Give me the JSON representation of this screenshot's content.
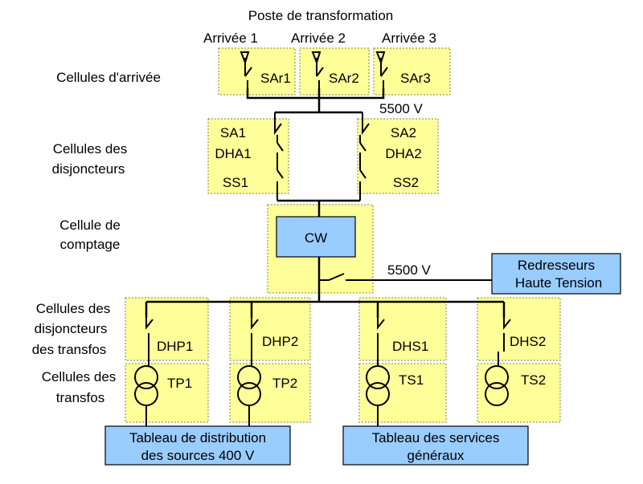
{
  "title": "Poste de transformation",
  "arrivals": [
    "Arrivée 1",
    "Arrivée 2",
    "Arrivée 3"
  ],
  "rows": {
    "arrival_cells": "Cellules d'arrivée",
    "breaker_cells": [
      "Cellules des",
      "disjoncteurs"
    ],
    "metering_cell": [
      "Cellule de",
      "comptage"
    ],
    "transformer_breaker_cells": [
      "Cellules des",
      "disjoncteurs",
      "des transfos"
    ],
    "transformer_cells": [
      "Cellules des",
      "transfos"
    ]
  },
  "switches": {
    "sar1": "SAr1",
    "sar2": "SAr2",
    "sar3": "SAr3",
    "sa1": "SA1",
    "dha1": "DHA1",
    "ss1": "SS1",
    "sa2": "SA2",
    "dha2": "DHA2",
    "ss2": "SS2",
    "dhp1": "DHP1",
    "dhp2": "DHP2",
    "dhs1": "DHS1",
    "dhs2": "DHS2"
  },
  "transformers": {
    "tp1": "TP1",
    "tp2": "TP2",
    "ts1": "TS1",
    "ts2": "TS2"
  },
  "voltage_top": "5500 V",
  "voltage_mid": "5500 V",
  "meter": "CW",
  "rectifiers": [
    "Redresseurs",
    "Haute Tension"
  ],
  "dist_board": [
    "Tableau de distribution",
    "des sources 400 V"
  ],
  "services_board": [
    "Tableau des services",
    "généraux"
  ],
  "colors": {
    "cell": "#ffff99",
    "box": "#99ccff",
    "line": "#000000"
  }
}
